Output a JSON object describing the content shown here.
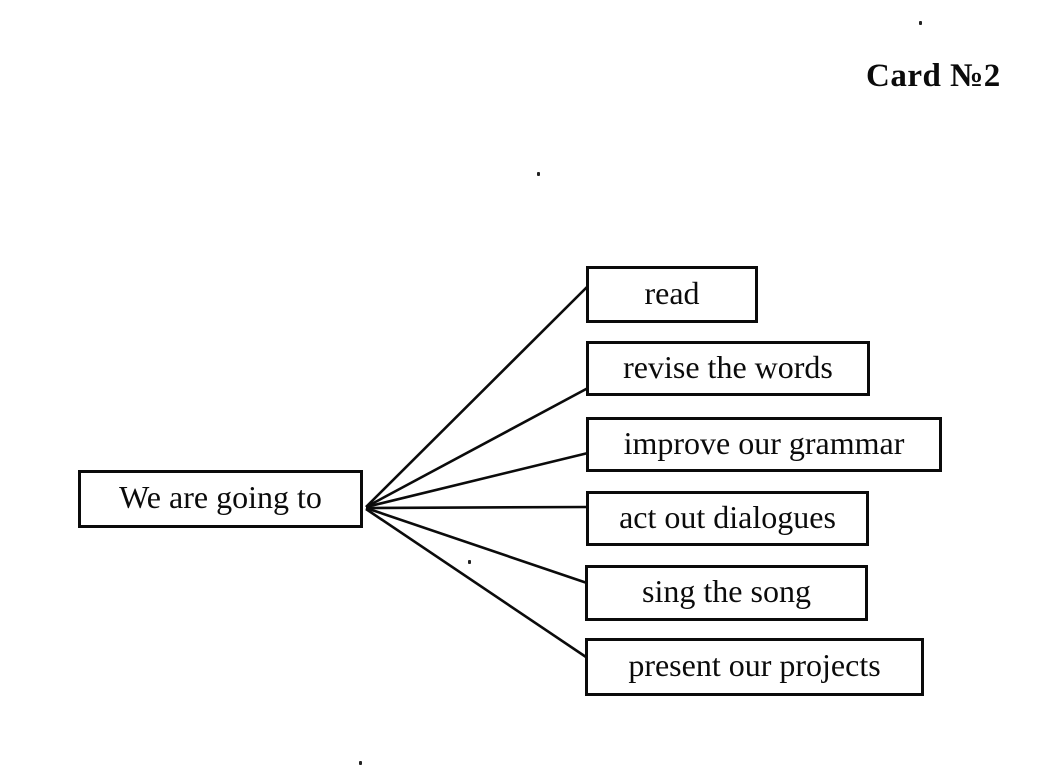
{
  "page": {
    "title": "Card №2"
  },
  "diagram": {
    "root": {
      "label": "We are going to"
    },
    "nodes": [
      {
        "label": "read"
      },
      {
        "label": "revise the words"
      },
      {
        "label": "improve our grammar"
      },
      {
        "label": "act out dialogues"
      },
      {
        "label": "sing the song"
      },
      {
        "label": "present our projects"
      }
    ]
  },
  "colors": {
    "ink": "#0b0b0b",
    "background": "#ffffff"
  }
}
